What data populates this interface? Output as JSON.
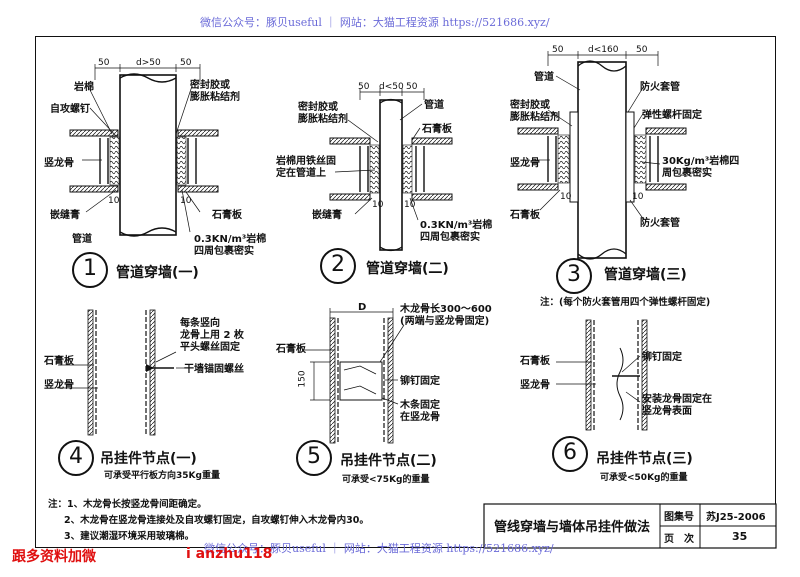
{
  "watermark_top": "微信公众号：豚贝useful ｜ 网站：大猫工程资源 https://521686.xyz/",
  "watermark_bottom": "微信公众号：豚贝useful ｜ 网站：大猫工程资源 https://521686.xyz/",
  "contact_red": "跟多资料加微",
  "contact_id": "i anzhu118",
  "detail1": {
    "number": "1",
    "title": "管道穿墙(一)",
    "dims": [
      "50",
      "d>50",
      "50"
    ],
    "labels": {
      "rock_wool": "岩棉",
      "screw": "自攻螺钉",
      "stud": "竖龙骨",
      "joint_tape": "嵌缝膏",
      "pipe": "管道",
      "sealant_1": "密封胶或",
      "sealant_2": "膨胀粘结剂",
      "gypsum": "石膏板",
      "wool_1": "0.3KN/m³岩棉",
      "wool_2": "四周包裹密实",
      "ten": "10"
    }
  },
  "detail2": {
    "number": "2",
    "title": "管道穿墙(二)",
    "dims": [
      "50",
      "d<50",
      "50"
    ],
    "labels": {
      "sealant_1": "密封胶或",
      "sealant_2": "膨胀粘结剂",
      "pipe": "管道",
      "gypsum": "石膏板",
      "wire_1": "岩棉用铁丝固",
      "wire_2": "定在管道上",
      "joint_tape": "嵌缝膏",
      "wool_1": "0.3KN/m³岩棉",
      "wool_2": "四周包裹密实",
      "ten": "10"
    }
  },
  "detail3": {
    "number": "3",
    "title": "管道穿墙(三)",
    "dims": [
      "50",
      "d<160",
      "50"
    ],
    "note": "注：(每个防火套管用四个弹性螺杆固定)",
    "labels": {
      "pipe": "管道",
      "fire_sleeve": "防火套管",
      "sealant_1": "密封胶或",
      "sealant_2": "膨胀粘结剂",
      "elastic_screw": "弹性螺杆固定",
      "stud": "竖龙骨",
      "wool_1": "30Kg/m³岩棉四",
      "wool_2": "周包裹密实",
      "gypsum": "石膏板",
      "fire_sleeve_2": "防火套管",
      "ten": "10"
    }
  },
  "detail4": {
    "number": "4",
    "title": "吊挂件节点(一)",
    "subtitle": "可承受平行板方向35Kg重量",
    "labels": {
      "each_1": "每条竖向",
      "each_2": "龙骨上用 2 枚",
      "each_3": "平头螺丝固定",
      "anchor": "干墙锚固螺丝",
      "gypsum": "石膏板",
      "stud": "竖龙骨"
    }
  },
  "detail5": {
    "number": "5",
    "title": "吊挂件节点(二)",
    "subtitle": "可承受<75Kg的重量",
    "labels": {
      "d": "D",
      "wood_1": "木龙骨长300～600",
      "wood_2": "(两端与竖龙骨固定)",
      "gypsum": "石膏板",
      "nail": "铆钉固定",
      "wood_fix_1": "木条固定",
      "wood_fix_2": "在竖龙骨",
      "h150": "150"
    }
  },
  "detail6": {
    "number": "6",
    "title": "吊挂件节点(三)",
    "subtitle": "可承受<50Kg的重量",
    "labels": {
      "gypsum": "石膏板",
      "stud": "竖龙骨",
      "nail": "铆钉固定",
      "install_1": "安装龙骨固定在",
      "install_2": "竖龙骨表面"
    }
  },
  "notes": [
    "注：1、木龙骨长按竖龙骨间距确定。",
    "2、木龙骨在竖龙骨连接处及自攻螺钉固定，自攻螺钉伸入木龙骨内30。",
    "3、建议潮湿环境采用玻璃棉。"
  ],
  "title_block": {
    "title": "管线穿墙与墙体吊挂件做法",
    "atlas_label": "图集号",
    "atlas_value": "苏J25-2006",
    "page_label": "页　次",
    "page_value": "35"
  }
}
